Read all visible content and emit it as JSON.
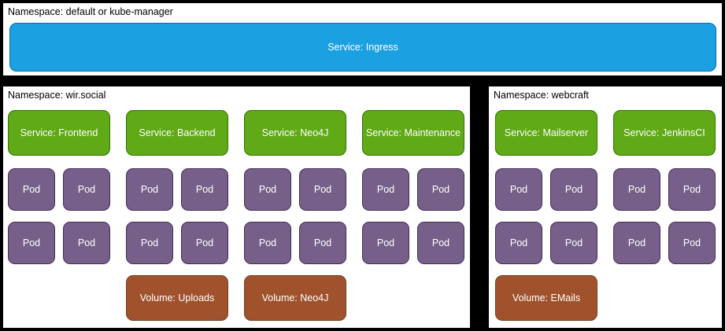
{
  "top_namespace": {
    "label": "Namespace: default or kube-manager",
    "service_label": "Service: Ingress"
  },
  "left_namespace": {
    "label": "Namespace: wir.social",
    "services": [
      "Service: Frontend",
      "Service: Backend",
      "Service: Neo4J",
      "Service: Maintenance"
    ],
    "pod_label": "Pod",
    "pod_count": 16,
    "pods_per_service": 4,
    "volumes": [
      {
        "label": "Volume: Uploads"
      },
      {
        "label": "Volume: Neo4J"
      }
    ]
  },
  "right_namespace": {
    "label": "Namespace: webcraft",
    "services": [
      "Service: Mailserver",
      "Service: JenkinsCI"
    ],
    "pod_label": "Pod",
    "pod_count": 8,
    "pods_per_service": 4,
    "volumes": [
      {
        "label": "Volume: EMails"
      }
    ]
  },
  "colors": {
    "background": "#000000",
    "namespace_fill": "#ffffff",
    "namespace_border": "#000000",
    "ingress_fill": "#1ba1e2",
    "ingress_stroke": "#006eaf",
    "service_fill": "#60a917",
    "service_stroke": "#2d7600",
    "pod_fill": "#76608a",
    "pod_stroke": "#432d57",
    "volume_fill": "#a0522d",
    "volume_stroke": "#6d4324",
    "node_text": "#ffffff",
    "label_text": "#000000"
  }
}
